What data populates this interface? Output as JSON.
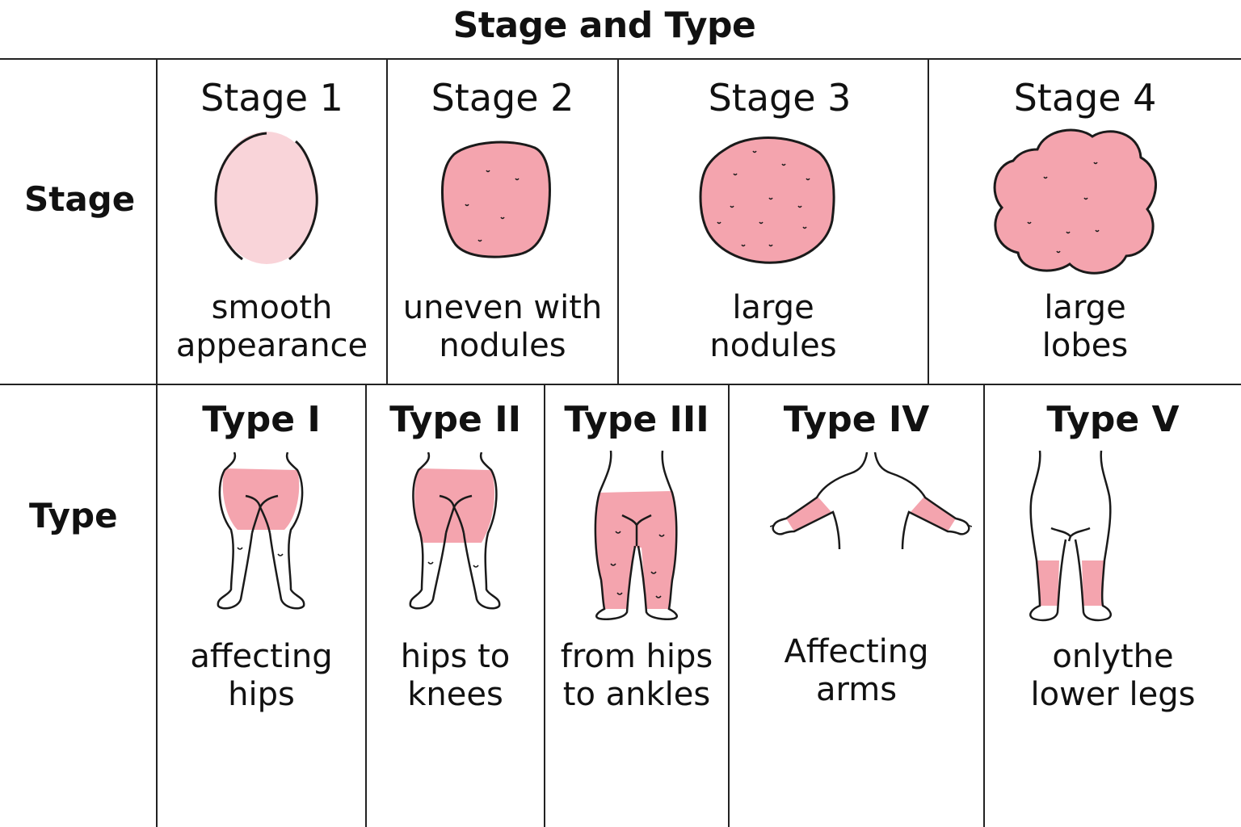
{
  "title": "Stage and Type",
  "rows": {
    "stage_label": "Stage",
    "type_label": "Type"
  },
  "stages": [
    {
      "name": "Stage 1",
      "caption_line1": "smooth",
      "caption_line2": "appearance"
    },
    {
      "name": "Stage 2",
      "caption_line1": "uneven with",
      "caption_line2": "nodules"
    },
    {
      "name": "Stage 3",
      "caption_line1": "large",
      "caption_line2": "nodules"
    },
    {
      "name": "Stage 4",
      "caption_line1": "large",
      "caption_line2": "lobes"
    }
  ],
  "types": [
    {
      "name": "Type I",
      "caption_line1": "affecting",
      "caption_line2": "hips"
    },
    {
      "name": "Type II",
      "caption_line1": "hips to",
      "caption_line2": "knees"
    },
    {
      "name": "Type III",
      "caption_line1": "from hips",
      "caption_line2": "to ankles"
    },
    {
      "name": "Type IV",
      "caption_line1": "Affecting",
      "caption_line2": "arms"
    },
    {
      "name": "Type V",
      "caption_line1": "onlythe",
      "caption_line2": "lower legs"
    }
  ],
  "colors": {
    "fat_pink": "#f4a4ae",
    "light_pink": "#f9d4d9",
    "outline": "#1a1a1a"
  }
}
